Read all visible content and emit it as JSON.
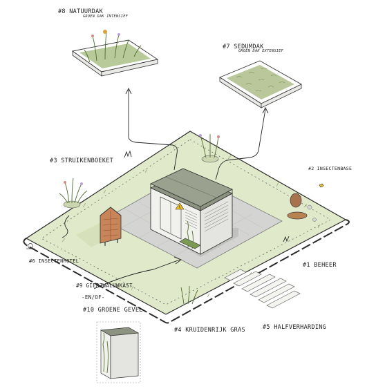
{
  "labels": {
    "natuurdak": {
      "title": "#8 NATUURDAK",
      "sub": "GROEN DAK INTENSIEF"
    },
    "sedumdak": {
      "title": "#7 SEDUMDAK",
      "sub": "GROEN DAK EXTENSIEF"
    },
    "struikenboeket": "#3 STRUIKENBOEKET",
    "insectenbase": "#2 INSECTENBASE",
    "insectenhotel": "#6 INSECTENHOTEL",
    "beheer": "#1 BEHEER",
    "gierzwaluwkast": {
      "title": "#9 GIERZWALUWKAST",
      "sub": "-EN/OF-"
    },
    "groene_gevel": "#10 GROENE GEVEL",
    "kruidenrijk_gras": "#4 KRUIDENRIJK GRAS",
    "halfverharding": "#5 HALFVERHARDING"
  },
  "colors": {
    "lawn": "#e3ebcf",
    "lawn_edge": "#2a2a2a",
    "paving": "#d4d4d2",
    "building_roof": "#8c9481",
    "building_wall": "#f1f1ee",
    "hotel_wood": "#c9855a",
    "warning_sign": "#f2c21b",
    "plant_green": "#6f8f47"
  }
}
